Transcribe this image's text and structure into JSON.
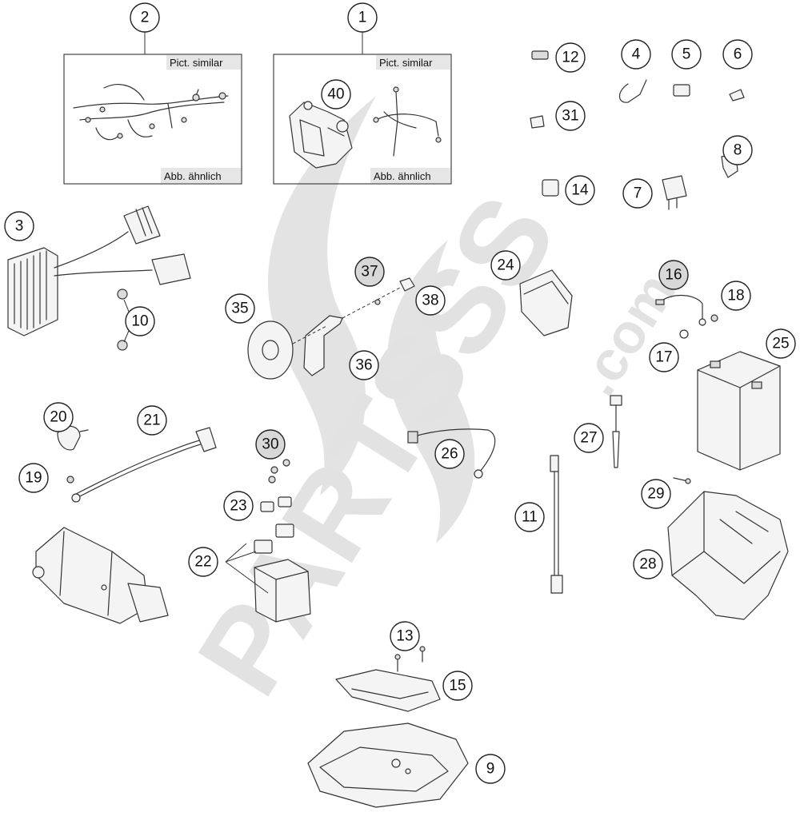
{
  "watermark": "PARTSSS",
  "watermark_suffix": ".com",
  "inset_boxes": [
    {
      "callout": "2",
      "top_label": "Pict. similar",
      "bottom_label": "Abb. ähnlich"
    },
    {
      "callout": "1",
      "top_label": "Pict. similar",
      "bottom_label": "Abb. ähnlich"
    }
  ],
  "callouts": [
    "1",
    "2",
    "3",
    "4",
    "5",
    "6",
    "7",
    "8",
    "9",
    "10",
    "11",
    "12",
    "13",
    "14",
    "15",
    "16",
    "17",
    "18",
    "19",
    "20",
    "21",
    "22",
    "23",
    "24",
    "25",
    "26",
    "27",
    "28",
    "29",
    "30",
    "31",
    "35",
    "36",
    "37",
    "38",
    "40"
  ]
}
